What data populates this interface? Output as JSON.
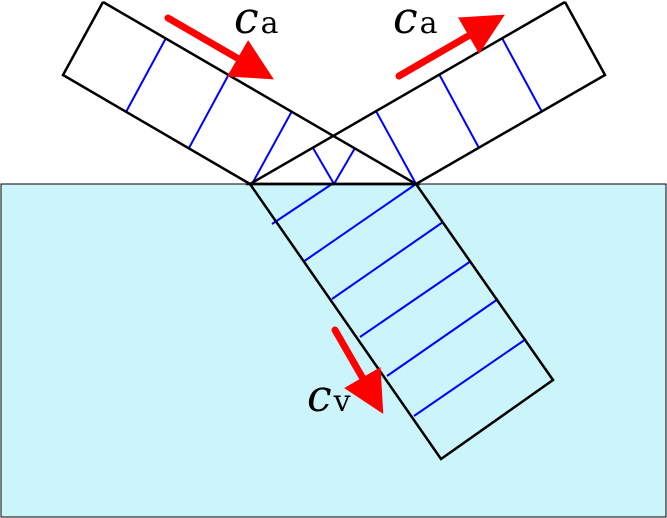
{
  "labels": {
    "incident": {
      "main": "c",
      "sub": "a"
    },
    "reflected": {
      "main": "c",
      "sub": "a"
    },
    "refracted": {
      "main": "c",
      "sub": "v"
    }
  },
  "colors": {
    "water": "#ccf5fb",
    "beam_outline": "#000000",
    "wavefront": "#0000ff",
    "arrow": "#ff0000",
    "label": "#000000"
  }
}
